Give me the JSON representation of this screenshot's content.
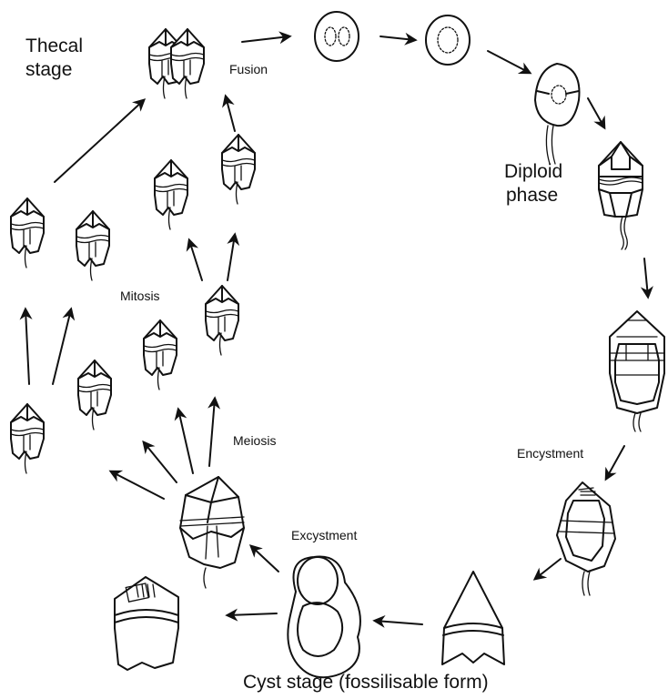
{
  "labels": {
    "thecal_stage_line1": "Thecal",
    "thecal_stage_line2": "stage",
    "fusion": "Fusion",
    "diploid_line1": "Diploid",
    "diploid_line2": "phase",
    "mitosis": "Mitosis",
    "meiosis": "Meiosis",
    "encystment": "Encystment",
    "excystment": "Excystment",
    "cyst_stage": "Cyst stage (fossilisable form)"
  },
  "colors": {
    "ink": "#111111",
    "background": "#ffffff"
  }
}
